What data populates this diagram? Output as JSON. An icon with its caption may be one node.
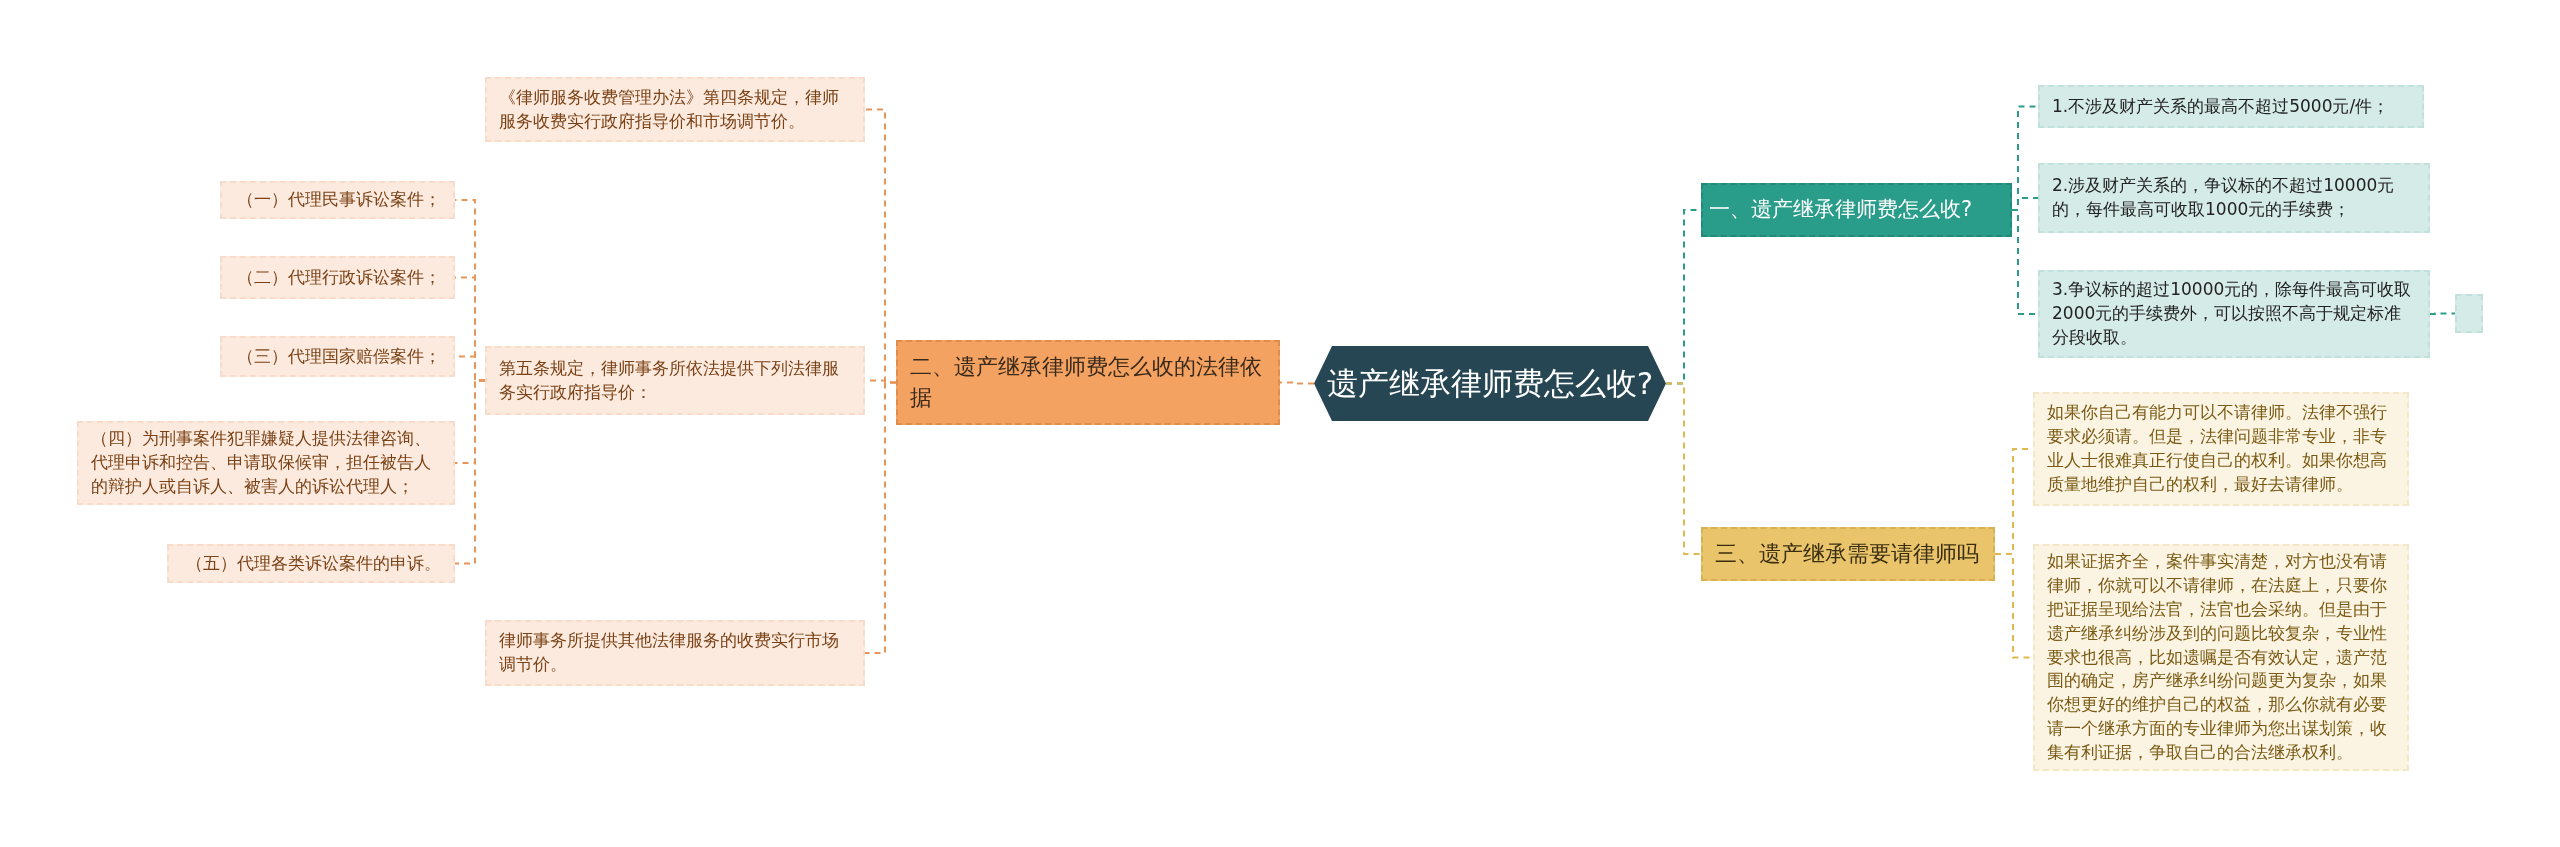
{
  "diagram": {
    "nodes": [
      {
        "text": [
          "遗产继承律师费怎么收?"
        ]
      },
      {
        "text": [
          "一、遗产继承律师费怎么收?"
        ]
      },
      {
        "text": [
          "1.不涉及财产关系的最高不超过5000元/件；"
        ]
      },
      {
        "text": [
          "2.涉及财产关系的，争议标的不超过10000元的，每件最高可收取1000元的手续费；"
        ]
      },
      {
        "text": [
          "3.争议标的超过10000元的，除每件最高可收取2000元的手续费外，可以按照不高于规定标准分段收取。"
        ]
      },
      {
        "text": [],
        "shape": "box"
      },
      {
        "text": [
          "二、遗产继承律师费怎么收的法律依据"
        ]
      },
      {
        "text": [
          "《律师服务收费管理办法》第四条规定，律师服务收费实行政府指导价和市场调节价。"
        ]
      },
      {
        "text": [
          "第五条规定，律师事务所依法提供下列法律服务实行政府指导价："
        ]
      },
      {
        "text": [
          "（一）代理民事诉讼案件；"
        ]
      },
      {
        "text": [
          "（二）代理行政诉讼案件；"
        ]
      },
      {
        "text": [
          "（三）代理国家赔偿案件；"
        ]
      },
      {
        "text": [
          "（四）为刑事案件犯罪嫌疑人提供法律咨询、代理申诉和控告、申请取保候审，担任被告人的辩护人或自诉人、被害人的诉讼代理人；"
        ]
      },
      {
        "text": [
          "（五）代理各类诉讼案件的申诉。"
        ]
      },
      {
        "text": [
          "律师事务所提供其他法律服务的收费实行市场调节价。"
        ]
      },
      {
        "text": [
          "三、遗产继承需要请律师吗"
        ]
      },
      {
        "text": [
          "如果你自己有能力可以不请律师。法律不强行要求必须请。但是，法律问题非常专业，非专业人士很难真正行使自己的权利。如果你想高质量地维护自己的权利，最好去请律师。"
        ]
      },
      {
        "text": [
          "如果证据齐全，案件事实清楚，对方也没有请律师，你就可以不请律师，在法庭上，只要你把证据呈现给法官，法官也会采纳。但是由于遗产继承纠纷涉及到的问题比较复杂，专业性要求也很高，比如遗嘱是否有效认定，遗产范围的确定，房产继承纠纷问题更为复杂，如果你想更好的维护自己的权益，那么你就有必要请一个继承方面的专业律师为您出谋划策，收集有利证据，争取自己的合法继承权利。"
        ]
      }
    ],
    "edges": [
      {
        "from": 0,
        "to": 1,
        "arrow": "none",
        "color": "#2a9d8a"
      },
      {
        "from": 1,
        "to": 2,
        "arrow": "none",
        "color": "#2a9d8a"
      },
      {
        "from": 1,
        "to": 3,
        "arrow": "none",
        "color": "#2a9d8a"
      },
      {
        "from": 1,
        "to": 4,
        "arrow": "none",
        "color": "#2a9d8a"
      },
      {
        "from": 4,
        "to": 5,
        "arrow": "none",
        "color": "#2a9d8a"
      },
      {
        "from": 0,
        "to": 6,
        "arrow": "none",
        "color": "#e8955a"
      },
      {
        "from": 6,
        "to": 7,
        "arrow": "none",
        "color": "#e8955a"
      },
      {
        "from": 6,
        "to": 8,
        "arrow": "none",
        "color": "#e8955a"
      },
      {
        "from": 6,
        "to": 14,
        "arrow": "none",
        "color": "#e8955a"
      },
      {
        "from": 8,
        "to": 9,
        "arrow": "none",
        "color": "#e8955a"
      },
      {
        "from": 8,
        "to": 10,
        "arrow": "none",
        "color": "#e8955a"
      },
      {
        "from": 8,
        "to": 11,
        "arrow": "none",
        "color": "#e8955a"
      },
      {
        "from": 8,
        "to": 12,
        "arrow": "none",
        "color": "#e8955a"
      },
      {
        "from": 8,
        "to": 13,
        "arrow": "none",
        "color": "#e8955a"
      },
      {
        "from": 0,
        "to": 15,
        "arrow": "none",
        "color": "#e0b850"
      },
      {
        "from": 15,
        "to": 16,
        "arrow": "none",
        "color": "#e0b850"
      },
      {
        "from": 15,
        "to": 17,
        "arrow": "none",
        "color": "#e0b850"
      }
    ]
  }
}
